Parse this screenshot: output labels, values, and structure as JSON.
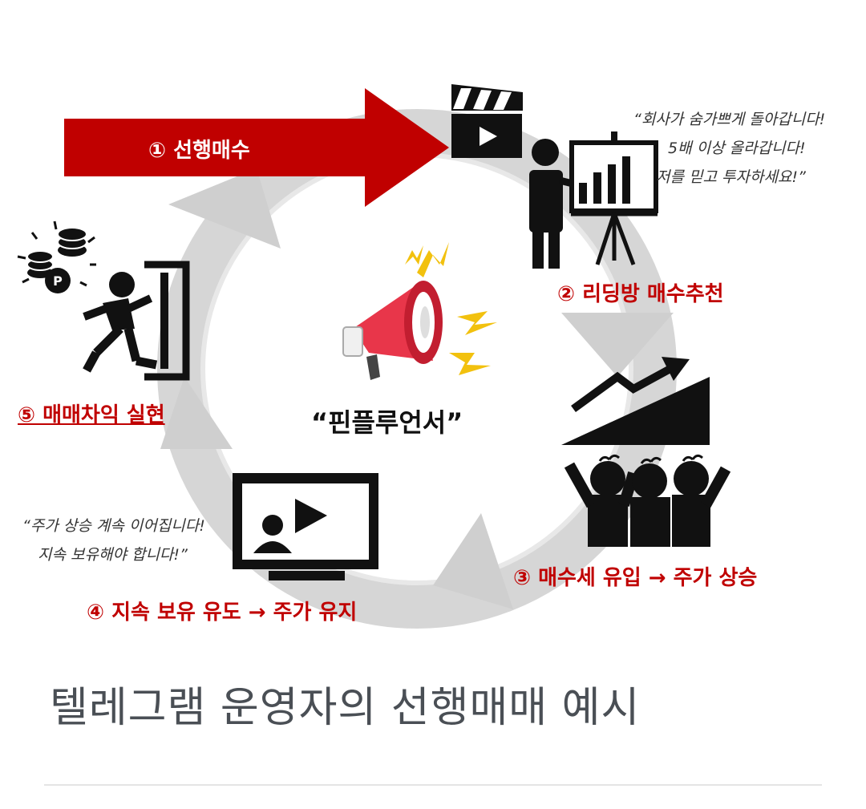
{
  "diagram": {
    "center_label": "“핀플루언서”",
    "steps": {
      "s1": "① 선행매수",
      "s2": "② 리딩방 매수추천",
      "s3": "③ 매수세 유입 → 주가 상승",
      "s4": "④ 지속 보유 유도 → 주가 유지",
      "s5": "⑤ 매매차익 실현"
    },
    "quote_top": [
      "“회사가 숨가쁘게 돌아갑니다!",
      "5배 이상 올라갑니다!",
      "저를 믿고 투자하세요!”"
    ],
    "quote_bottom": [
      "“주가 상승 계속 이어집니다!",
      "지속 보유해야 합니다!”"
    ],
    "coin_letter": "P",
    "colors": {
      "accent": "#c00000",
      "ring": "#d4d4d4",
      "icon": "#111111"
    },
    "icons": [
      "clapperboard-icon",
      "presenter-icon",
      "chart-board-icon",
      "megaphone-icon",
      "rising-chart-icon",
      "crowd-icon",
      "monitor-video-icon",
      "running-person-icon",
      "door-icon",
      "coins-icon"
    ]
  },
  "caption": "텔레그램 운영자의 선행매매 예시"
}
